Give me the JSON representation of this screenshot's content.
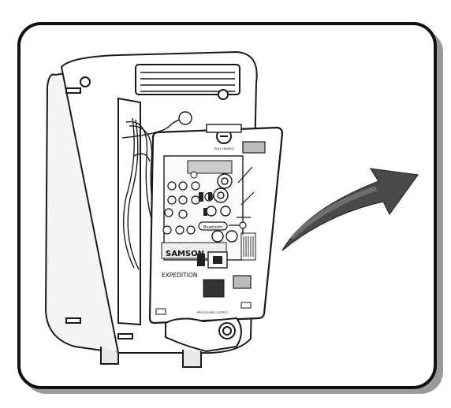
{
  "figure": {
    "panel_labels": {
      "brand": "SAMSON",
      "product": "EXPEDITION",
      "bluetooth": "Bluetooth",
      "top_label": "PULL HANDLE",
      "bottom_label": "PROCESSING OUTPUT"
    },
    "colors": {
      "background": "#ffffff",
      "frame_border": "#111111",
      "line_art": "#1a1a1a",
      "arrow_fill": "#4a4a4a",
      "arrow_highlight": "#6e6e6e",
      "shadow": "#9a9a9a"
    },
    "icons": [
      "rotate-open-arrow-icon"
    ]
  }
}
